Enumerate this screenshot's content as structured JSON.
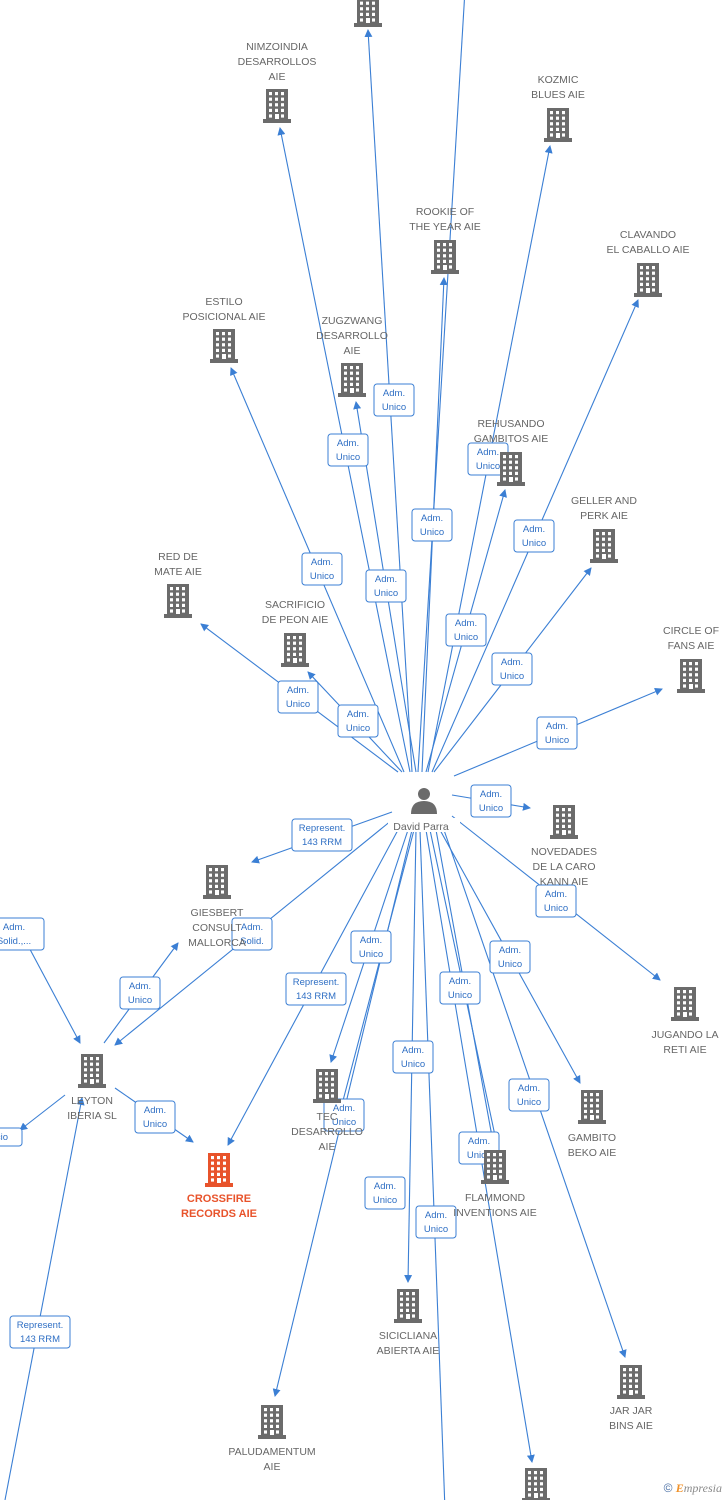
{
  "person": {
    "id": "david",
    "label": "David Parra",
    "icon": "person-icon"
  },
  "nodes": [
    {
      "id": "top",
      "lines": [],
      "icon": "building-icon"
    },
    {
      "id": "nimzoindia",
      "lines": [
        "NIMZOINDIA",
        "DESARROLLOS",
        "AIE"
      ],
      "icon": "building-icon"
    },
    {
      "id": "kozmic",
      "lines": [
        "KOZMIC",
        "BLUES  AIE"
      ],
      "icon": "building-icon"
    },
    {
      "id": "rookie",
      "lines": [
        "ROOKIE OF",
        "THE YEAR  AIE"
      ],
      "icon": "building-icon"
    },
    {
      "id": "clavando",
      "lines": [
        "CLAVANDO",
        "EL CABALLO  AIE"
      ],
      "icon": "building-icon"
    },
    {
      "id": "estilo",
      "lines": [
        "ESTILO",
        "POSICIONAL  AIE"
      ],
      "icon": "building-icon"
    },
    {
      "id": "zugzwang",
      "lines": [
        "ZUGZWANG",
        "DESARROLLO",
        "AIE"
      ],
      "icon": "building-icon"
    },
    {
      "id": "rehusando",
      "lines": [
        "REHUSANDO",
        "GAMBITOS  AIE"
      ],
      "icon": "building-icon"
    },
    {
      "id": "geller",
      "lines": [
        "GELLER AND",
        "PERK  AIE"
      ],
      "icon": "building-icon"
    },
    {
      "id": "redmate",
      "lines": [
        "RED DE",
        "MATE  AIE"
      ],
      "icon": "building-icon"
    },
    {
      "id": "sacrificio",
      "lines": [
        "SACRIFICIO",
        "DE PEON  AIE"
      ],
      "icon": "building-icon"
    },
    {
      "id": "circle",
      "lines": [
        "CIRCLE OF",
        "FANS  AIE"
      ],
      "icon": "building-icon"
    },
    {
      "id": "novedades",
      "lines": [
        "NOVEDADES",
        "DE LA CARO",
        "KANN  AIE"
      ],
      "icon": "building-icon"
    },
    {
      "id": "giesbert",
      "lines": [
        "GIESBERT",
        "CONSULT",
        "MALLORCA"
      ],
      "icon": "building-icon"
    },
    {
      "id": "jugando",
      "lines": [
        "JUGANDO LA",
        "RETI  AIE"
      ],
      "icon": "building-icon"
    },
    {
      "id": "leyton",
      "lines": [
        "LEYTON",
        "IBERIA  SL"
      ],
      "icon": "building-icon"
    },
    {
      "id": "crossfire",
      "lines": [
        "CROSSFIRE",
        "RECORDS  AIE"
      ],
      "icon": "building-icon",
      "focus": true
    },
    {
      "id": "tec",
      "lines": [
        "TEC",
        "DESARROLLO",
        "AIE"
      ],
      "icon": "building-icon"
    },
    {
      "id": "gambito",
      "lines": [
        "GAMBITO",
        "BEKO  AIE"
      ],
      "icon": "building-icon"
    },
    {
      "id": "flammond",
      "lines": [
        "FLAMMOND",
        "INVENTIONS  AIE"
      ],
      "icon": "building-icon"
    },
    {
      "id": "siciliana",
      "lines": [
        "SICICLIANA",
        "ABIERTA  AIE"
      ],
      "icon": "building-icon"
    },
    {
      "id": "jarjar",
      "lines": [
        "JAR JAR",
        "BINS  AIE"
      ],
      "icon": "building-icon"
    },
    {
      "id": "paludamentum",
      "lines": [
        "PALUDAMENTUM",
        "AIE"
      ],
      "icon": "building-icon"
    },
    {
      "id": "bottom",
      "lines": [],
      "icon": "building-icon"
    }
  ],
  "edges": [
    {
      "id": "e-top",
      "label": [
        "Adm.",
        "Unico"
      ],
      "from": "david",
      "to": "top"
    },
    {
      "id": "e-top2",
      "label": [],
      "from": "david",
      "to": "offscreen-top"
    },
    {
      "id": "e-nimzoindia",
      "label": [
        "Adm.",
        "Unico"
      ],
      "from": "david",
      "to": "nimzoindia"
    },
    {
      "id": "e-kozmic",
      "label": [
        "Adm.",
        "Unico"
      ],
      "from": "david",
      "to": "kozmic"
    },
    {
      "id": "e-rookie",
      "label": [
        "Adm.",
        "Unico"
      ],
      "from": "david",
      "to": "rookie"
    },
    {
      "id": "e-clavando",
      "label": [
        "Adm.",
        "Unico"
      ],
      "from": "david",
      "to": "clavando"
    },
    {
      "id": "e-estilo",
      "label": [
        "Adm.",
        "Unico"
      ],
      "from": "david",
      "to": "estilo"
    },
    {
      "id": "e-zugzwang",
      "label": [
        "Adm.",
        "Unico"
      ],
      "from": "david",
      "to": "zugzwang"
    },
    {
      "id": "e-rehusando",
      "label": [
        "Adm.",
        "Unico"
      ],
      "from": "david",
      "to": "rehusando"
    },
    {
      "id": "e-geller",
      "label": [
        "Adm.",
        "Unico"
      ],
      "from": "david",
      "to": "geller"
    },
    {
      "id": "e-redmate",
      "label": [
        "Adm.",
        "Unico"
      ],
      "from": "david",
      "to": "redmate"
    },
    {
      "id": "e-sacrificio",
      "label": [
        "Adm.",
        "Unico"
      ],
      "from": "david",
      "to": "sacrificio"
    },
    {
      "id": "e-circle",
      "label": [
        "Adm.",
        "Unico"
      ],
      "from": "david",
      "to": "circle"
    },
    {
      "id": "e-novedades",
      "label": [
        "Adm.",
        "Unico"
      ],
      "from": "david",
      "to": "novedades"
    },
    {
      "id": "e-jugando",
      "label": [
        "Adm.",
        "Unico"
      ],
      "from": "david",
      "to": "jugando"
    },
    {
      "id": "e-giesbert-repr",
      "label": [
        "Represent.",
        "143 RRM"
      ],
      "from": "david",
      "to": "giesbert"
    },
    {
      "id": "e-leyton-solid",
      "label": [
        "Adm.",
        "Solid."
      ],
      "from": "david",
      "to": "leyton"
    },
    {
      "id": "e-crossfire-repr",
      "label": [
        "Represent.",
        "143 RRM"
      ],
      "from": "david",
      "to": "crossfire"
    },
    {
      "id": "e-tec",
      "label": [
        "Adm.",
        "Unico"
      ],
      "from": "david",
      "to": "tec"
    },
    {
      "id": "e-gambito",
      "label": [
        "Adm.",
        "Unico"
      ],
      "from": "david",
      "to": "gambito"
    },
    {
      "id": "e-flammond",
      "label": [
        "Adm.",
        "Unico"
      ],
      "from": "david",
      "to": "flammond"
    },
    {
      "id": "e-siciliana",
      "label": [
        "Adm.",
        "Unico"
      ],
      "from": "david",
      "to": "siciliana"
    },
    {
      "id": "e-jarjar",
      "label": [
        "Adm.",
        "Unico"
      ],
      "from": "david",
      "to": "jarjar"
    },
    {
      "id": "e-paludamentum",
      "label": [
        "Adm.",
        "Unico"
      ],
      "from": "david",
      "to": "paludamentum"
    },
    {
      "id": "e-tec2",
      "label": [
        "Adm.",
        "Unico"
      ],
      "from": "david",
      "to": "tec"
    },
    {
      "id": "e-flammond2",
      "label": [
        "Adm.",
        "Unico"
      ],
      "from": "david",
      "to": "flammond"
    },
    {
      "id": "e-bottom",
      "label": [
        "Adm.",
        "Unico"
      ],
      "from": "david",
      "to": "bottom"
    },
    {
      "id": "e-off-bottom",
      "label": [],
      "from": "david",
      "to": "offscreen-bottom"
    },
    {
      "id": "e-leyton-giesbert",
      "label": [
        "Adm.",
        "Unico"
      ],
      "from": "leyton",
      "to": "giesbert"
    },
    {
      "id": "e-leyton-crossfire",
      "label": [
        "Adm.",
        "Unico"
      ],
      "from": "leyton",
      "to": "crossfire"
    },
    {
      "id": "e-off-leyton",
      "label": [
        "Adm.",
        "Solid.,..."
      ],
      "from": "offscreen-left",
      "to": "leyton"
    },
    {
      "id": "e-leyton-off",
      "label": [
        "cio"
      ],
      "from": "leyton",
      "to": "offscreen-left"
    },
    {
      "id": "e-off-leyton-repr",
      "label": [
        "Represent.",
        "143 RRM"
      ],
      "from": "offscreen-bottom-left",
      "to": "leyton"
    }
  ],
  "colors": {
    "edge": "#3b7fd4",
    "icon": "#6b6b6b",
    "focus": "#e8532b",
    "label": "#666666"
  },
  "footer": {
    "symbol": "©",
    "brand_initial": "E",
    "brand_rest": "mpresia"
  }
}
